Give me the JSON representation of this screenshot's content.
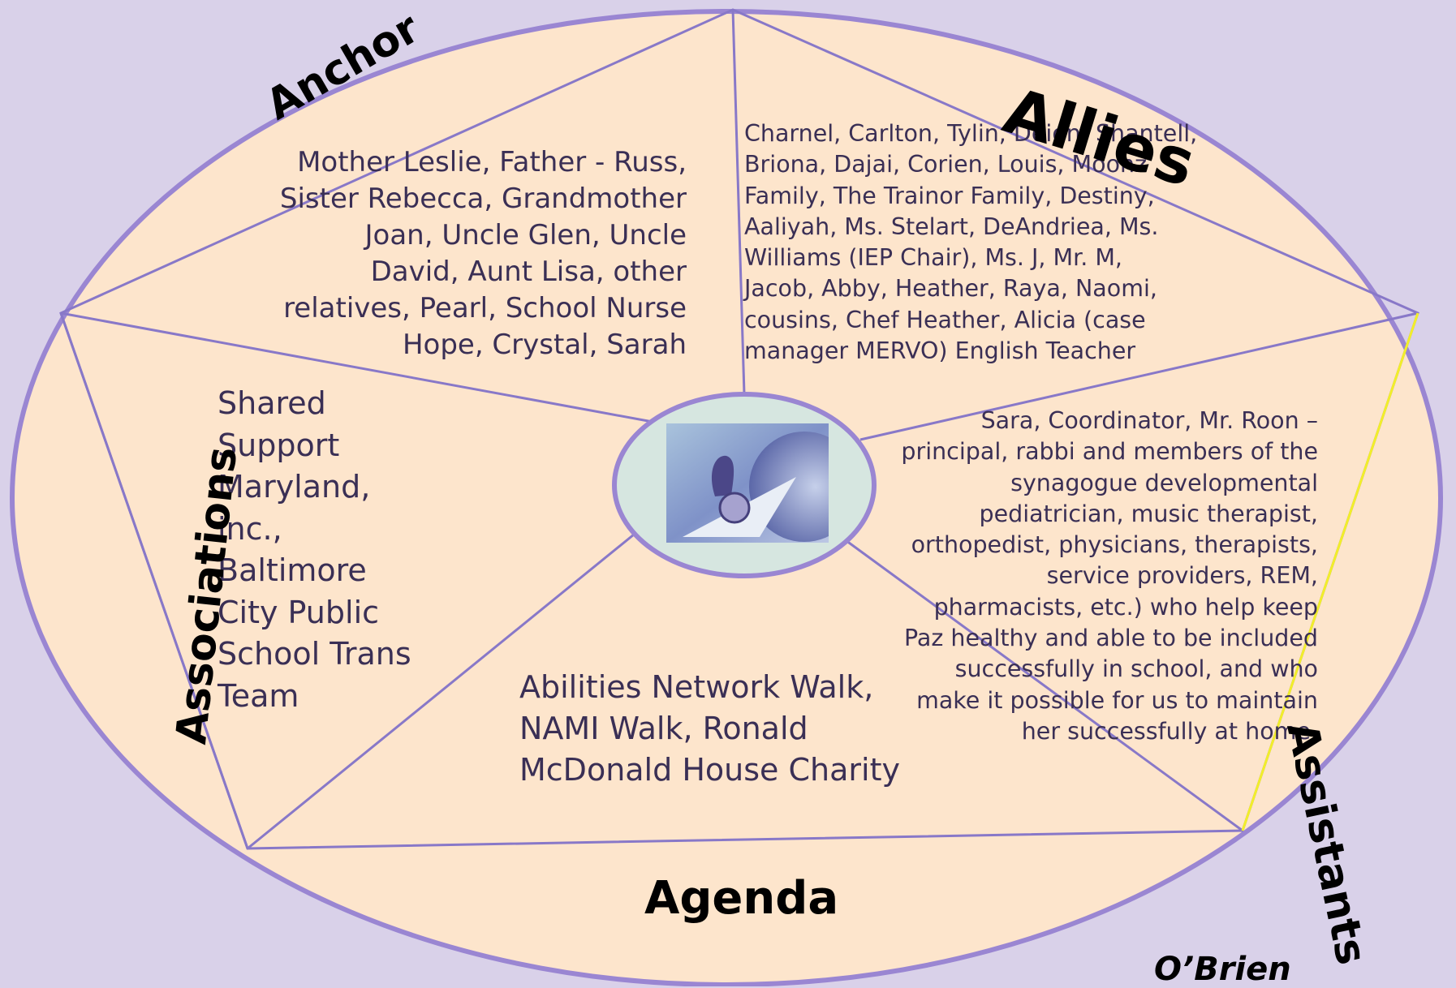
{
  "sections": {
    "anchor": {
      "heading": "Anchor",
      "text": "Mother Leslie, Father - Russ, Sister Rebecca, Grandmother Joan, Uncle Glen, Uncle David, Aunt Lisa, other relatives, Pearl, School Nurse Hope, Crystal, Sarah"
    },
    "allies": {
      "heading": "Allies",
      "text": "Charnel, Carlton, Tylin, Deion, Shantell, Briona, Dajai, Corien, Louis, Moonz Family, The Trainor Family, Destiny, Aaliyah, Ms. Stelart, DeAndriea, Ms. Williams (IEP Chair), Ms. J, Mr. M, Jacob, Abby, Heather, Raya, Naomi, cousins, Chef Heather, Alicia (case manager MERVO) English Teacher"
    },
    "assistants": {
      "heading": "Assistants",
      "text": "Sara, Coordinator, Mr. Roon – principal, rabbi and members of the synagogue developmental pediatrician, music therapist, orthopedist, physicians, therapists, service providers, REM, pharmacists, etc.) who help keep Paz healthy and able to be included successfully in school, and who make it possible for us to maintain her successfully at home."
    },
    "associations": {
      "heading": "Associations",
      "text": "Shared Support Maryland, inc., Baltimore City Public School Trans Team"
    },
    "agenda": {
      "heading": "Agenda",
      "text": "Abilities Network Walk, NAMI Walk, Ronald McDonald House Charity"
    }
  },
  "credit": "O’Brien",
  "colors": {
    "background": "#d9d1e9",
    "ellipse_fill": "#fde5cc",
    "outline": "#8878c8",
    "center_fill": "#d6e6e0",
    "highlight_line": "#f2ee2a"
  }
}
